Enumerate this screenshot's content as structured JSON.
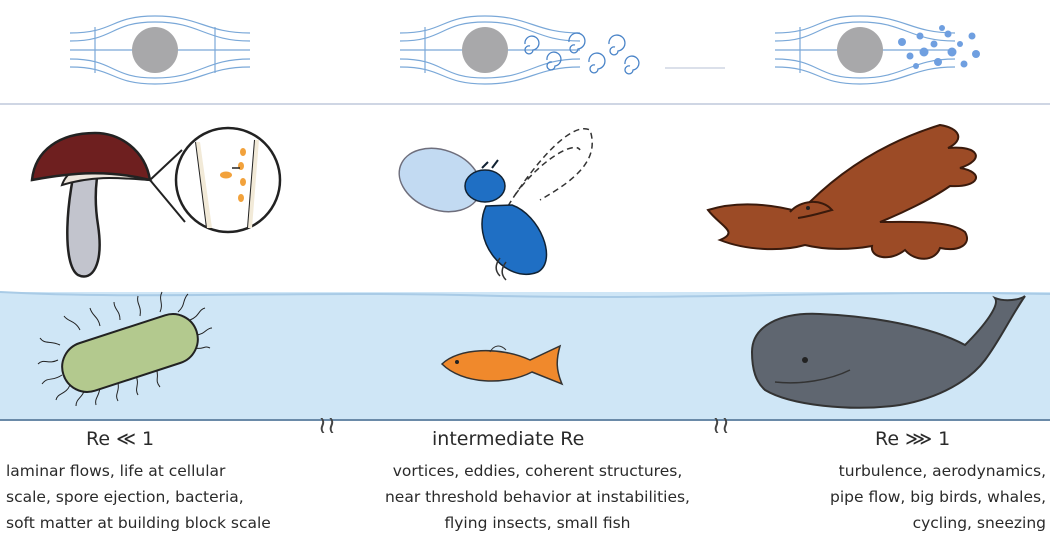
{
  "colors": {
    "water": "#cfe6f6",
    "streamline": "#7aa8d8",
    "sphere": "#a8a8aa",
    "mushroom_cap": "#6e1f1f",
    "mushroom_stem": "#c2c4cd",
    "spores": "#f2a23c",
    "bacterium": "#b3c98e",
    "fly_body": "#1f6fc4",
    "fly_wing": "#b8d4f0",
    "eagle": "#9c4b26",
    "fish": "#f0892c",
    "whale": "#5f6670"
  },
  "regimes": [
    {
      "re_label": "Re  ≪  1",
      "description": "laminar flows, life at cellular\nscale, spore ejection, bacteria,\nsoft matter at building block scale"
    },
    {
      "re_label": "intermediate Re",
      "description": "vortices, eddies, coherent structures,\nnear threshold behavior at instabilities,\nflying insects, small fish"
    },
    {
      "re_label": "Re  ⋙  1",
      "description": "turbulence, aerodynamics,\npipe flow, big birds, whales,\ncycling, sneezing"
    }
  ],
  "axis_break_symbol": "≀≀"
}
